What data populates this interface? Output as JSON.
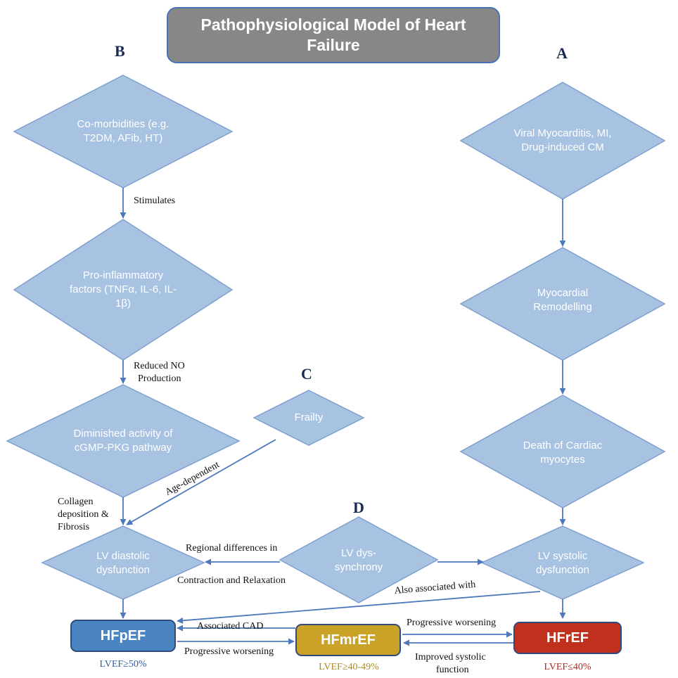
{
  "title": "Pathophysiological Model of Heart Failure",
  "letters": {
    "a": "A",
    "b": "B",
    "c": "C",
    "d": "D"
  },
  "nodes": {
    "comorbidities": "Co-morbidities (e.g. T2DM, AFib, HT)",
    "proinflammatory": "Pro-inflammatory factors (TNFα, IL-6, IL-1β)",
    "cgmp": "Diminished activity of cGMP-PKG pathway",
    "frailty": "Frailty",
    "lv_diastolic": "LV diastolic dysfunction",
    "lv_dyssynchrony": "LV dys-synchrony",
    "lv_systolic": "LV systolic dysfunction",
    "viral": "Viral Myocarditis, MI, Drug-induced CM",
    "remodelling": "Myocardial Remodelling",
    "death": "Death of Cardiac myocytes"
  },
  "edges": {
    "stimulates": "Stimulates",
    "reduced_no_1": "Reduced NO",
    "reduced_no_2": "Production",
    "collagen_1": "Collagen",
    "collagen_2": "deposition &",
    "collagen_3": "Fibrosis",
    "age_dependent": "Age-dependent",
    "regional_1": "Regional differences in",
    "regional_2": "Contraction and Relaxation",
    "also_associated": "Also associated with",
    "associated_cad": "Associated CAD",
    "prog_worsening_1": "Progressive worsening",
    "prog_worsening_2": "Progressive worsening",
    "improved_1": "Improved systolic",
    "improved_2": "function"
  },
  "outcomes": {
    "hfpef": {
      "label": "HFpEF",
      "lvef": "LVEF≥50%",
      "color": "#4a84c1",
      "lvef_color": "#2e5f9e"
    },
    "hfmref": {
      "label": "HFmrEF",
      "lvef": "LVEF≥40-49%",
      "color": "#c9a227",
      "lvef_color": "#b08a1e"
    },
    "hfref": {
      "label": "HFrEF",
      "lvef": "LVEF≤40%",
      "color": "#c0311d",
      "lvef_color": "#b3261e"
    }
  },
  "colors": {
    "diamond_fill": "#a8c3e2",
    "diamond_stroke": "#7fa0cf",
    "arrow": "#4d78bd",
    "title_fill": "#878787",
    "letter": "#1a2a56"
  }
}
